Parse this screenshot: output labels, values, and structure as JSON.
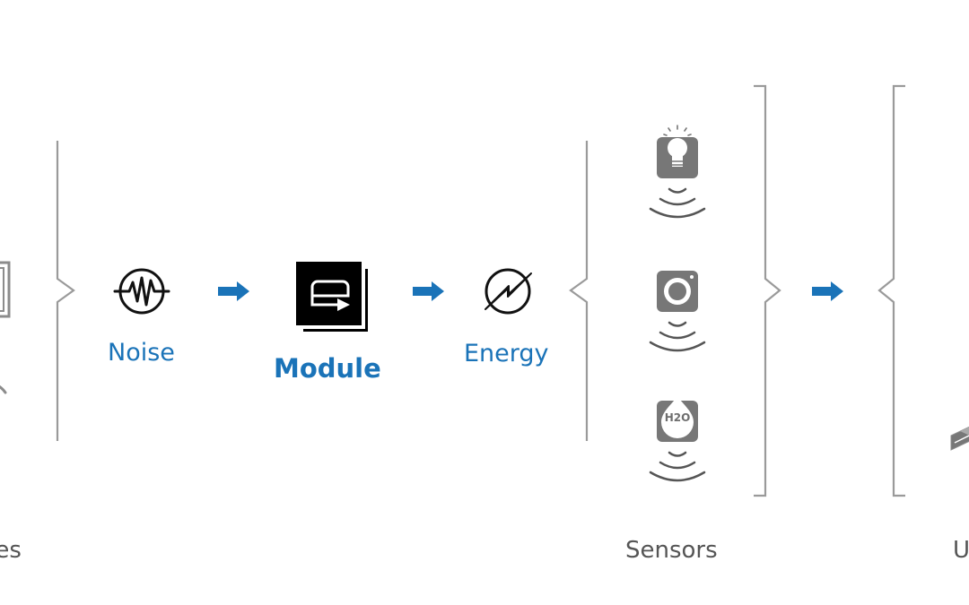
{
  "diagram": {
    "labels": {
      "sources": "rces",
      "noise": "Noise",
      "module": "Module",
      "energy": "Energy",
      "sensors": "Sensors",
      "uses": "U"
    },
    "h2o_label": "H2O",
    "colors": {
      "accent": "#1a73b8",
      "icon_dark": "#111111",
      "icon_gray": "#777777",
      "brace": "#9a9a9a",
      "label_gray": "#555555"
    },
    "icons": {
      "source_device": "panel-icon",
      "source_cable": "cable-icon",
      "noise": "noise-wave-icon",
      "module": "module-icon",
      "energy": "energy-bolt-icon",
      "sensor_light": "light-bulb-sensor-icon",
      "sensor_camera": "camera-sensor-icon",
      "sensor_water": "water-drop-sensor-icon",
      "use_device": "device-icon"
    }
  }
}
